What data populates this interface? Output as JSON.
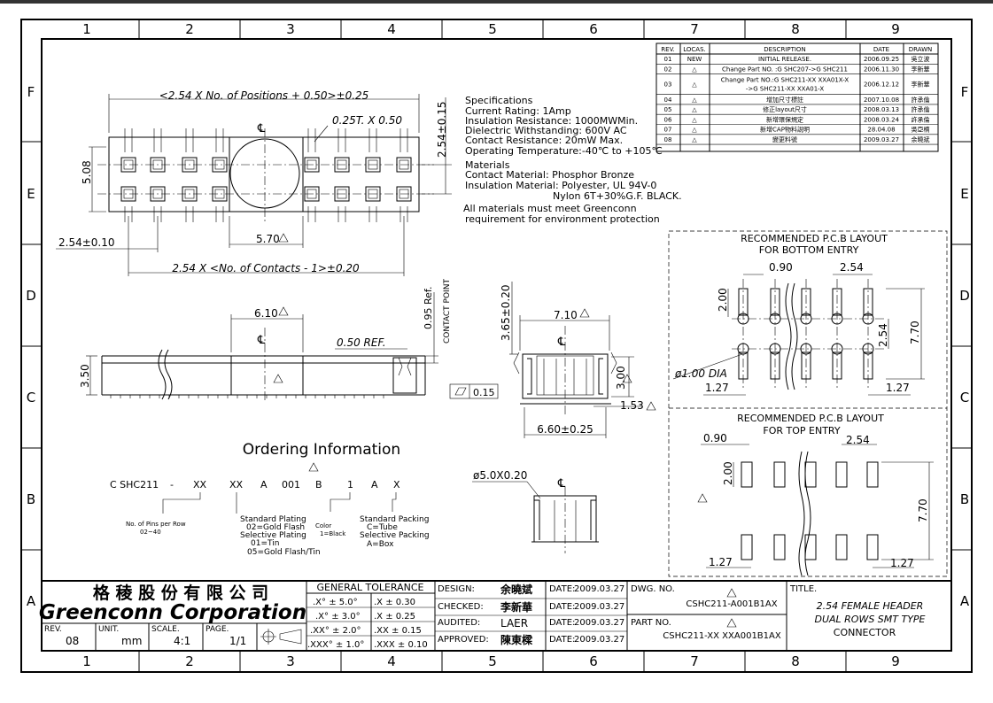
{
  "grid": {
    "columns": [
      "1",
      "2",
      "3",
      "4",
      "5",
      "6",
      "7",
      "8",
      "9"
    ],
    "rows": [
      "F",
      "E",
      "D",
      "C",
      "B",
      "A"
    ]
  },
  "revision_table": {
    "headers": [
      "REV.",
      "LOCAS.",
      "DESCRIPTION",
      "DATE",
      "DRAWN"
    ],
    "rows": [
      {
        "rev": "01",
        "loc": "NEW",
        "desc": "INITIAL RELEASE.",
        "desc2": "",
        "date": "2006.09.25",
        "drawn": "吳立波"
      },
      {
        "rev": "02",
        "loc": "△",
        "desc": "Change Part NO. :G SHC207->G SHC211",
        "desc2": "",
        "date": "2006.11.30",
        "drawn": "李新華"
      },
      {
        "rev": "03",
        "loc": "△",
        "desc": "Change Part NO.:G SHC211-XX XXA01X-X",
        "desc2": "->G SHC211-XX XXA01-X",
        "date": "2006.12.12",
        "drawn": "李新華"
      },
      {
        "rev": "04",
        "loc": "△",
        "desc": "增加尺寸標註",
        "desc2": "",
        "date": "2007.10.08",
        "drawn": "許承倫"
      },
      {
        "rev": "05",
        "loc": "△",
        "desc": "修正layout尺寸",
        "desc2": "",
        "date": "2008.03.13",
        "drawn": "許承倫"
      },
      {
        "rev": "06",
        "loc": "△",
        "desc": "新增環保規定",
        "desc2": "",
        "date": "2008.03.24",
        "drawn": "許承倫"
      },
      {
        "rev": "07",
        "loc": "△",
        "desc": "新增CAP物料說明",
        "desc2": "",
        "date": "28.04.08",
        "drawn": "吳亞楠"
      },
      {
        "rev": "08",
        "loc": "△",
        "desc": "變更料號",
        "desc2": "",
        "date": "2009.03.27",
        "drawn": "余曉斌"
      }
    ]
  },
  "top_view": {
    "dim_overall": "<2.54 X No. of Positions + 0.50>±0.25",
    "dim_tab": "0.25T. X 0.50",
    "dim_height": "5.08",
    "dim_right": "2.54±0.15",
    "dim_cap": "5.70",
    "dim_pitch": "2.54±0.10",
    "dim_contacts": "2.54 X <No. of Contacts - 1>±0.20",
    "cl": "℄"
  },
  "specifications": {
    "title": "Specifications",
    "lines": [
      "Current Rating:   1Amp",
      "Insulation Resistance:   1000MWMin.",
      "Dielectric Withstanding:   600V AC",
      "Contact Resistance:  20mW Max.",
      "Operating Temperature:-40℃ to +105℃"
    ],
    "materials_title": "Materials",
    "materials": [
      "Contact Material: Phosphor Bronze",
      "Insulation Material: Polyester, UL 94V-0",
      "Nylon 6T+30%G.F. BLACK."
    ],
    "note": [
      "All materials must meet Greenconn",
      "requirement for environment protection"
    ]
  },
  "side_view": {
    "dim_cap": "6.10",
    "dim_ref": "0.50 REF.",
    "dim_height": "3.50",
    "dim_contact": "0.95 Ref.",
    "contact_label": "CONTACT POINT"
  },
  "end_view": {
    "dim_top": "7.10",
    "dim_height": "3.65±0.20",
    "dim_inner": "3.00",
    "dim_flat": "0.15",
    "dim_lead": "1.53",
    "dim_bottom": "6.60±0.25"
  },
  "cap_view": {
    "dim": "ø5.0X0.20"
  },
  "ordering": {
    "title": "Ordering Information",
    "code": [
      "C SHC211",
      "-",
      "XX",
      "XX",
      "A",
      "001",
      "B",
      "1",
      "A",
      "X"
    ],
    "positions_lines": [
      "No. of Pins per Row",
      "02~40"
    ],
    "plating_lines": [
      "Standard Plating",
      "02=Gold Flash",
      "Selective Plating",
      "01=Tin",
      "05=Gold Flash/Tin"
    ],
    "color_lines": [
      "Color",
      "1=Black"
    ],
    "packing_lines": [
      "Standard Packing",
      "C=Tube",
      "Selective Packing",
      "A=Box"
    ]
  },
  "pcb_bottom": {
    "title1": "RECOMMENDED P.C.B LAYOUT",
    "title2": "FOR BOTTOM ENTRY",
    "d_090": "0.90",
    "d_254": "2.54",
    "d_200": "2.00",
    "d_254v": "2.54",
    "d_770": "7.70",
    "d_dia": "ø1.00 DIA",
    "d_127a": "1.27",
    "d_127b": "1.27"
  },
  "pcb_top": {
    "title1": "RECOMMENDED P.C.B LAYOUT",
    "title2": "FOR TOP ENTRY",
    "d_090": "0.90",
    "d_254": "2.54",
    "d_200": "2.00",
    "d_770": "7.70",
    "d_127a": "1.27",
    "d_127b": "1.27"
  },
  "title_block": {
    "company_cn": "格 稜 股 份 有 限 公 司",
    "company_en": "Greenconn Corporation",
    "rev_label": "REV.",
    "rev": "08",
    "unit_label": "UNIT.",
    "unit": "mm",
    "scale_label": "SCALE.",
    "scale": "4:1",
    "page_label": "PAGE.",
    "page": "1/1",
    "tolerance_title": "GENERAL  TOLERANCE",
    "tol_ang": [
      ".X° ± 5.0°",
      ".X° ± 3.0°",
      ".XX° ± 2.0°",
      ".XXX° ± 1.0°"
    ],
    "tol_lin": [
      ".X   ± 0.30",
      ".X    ± 0.25",
      ".XX  ± 0.15",
      ".XXX ± 0.10"
    ],
    "design_label": "DESIGN:",
    "design": "余曉斌",
    "checked_label": "CHECKED:",
    "checked": "李新華",
    "audited_label": "AUDITED:",
    "audited": "LAER",
    "approved_label": "APPROVED:",
    "approved": "陳東樑",
    "date_label": "DATE:",
    "date": "2009.03.27",
    "dwg_label": "DWG. NO.",
    "dwg": "CSHC211-A001B1AX",
    "part_label": "PART NO.",
    "part": "CSHC211-XX XXA001B1AX",
    "title_label": "TITLE.",
    "title_lines": [
      "2.54 FEMALE HEADER",
      "DUAL ROWS SMT TYPE",
      "CONNECTOR"
    ]
  }
}
